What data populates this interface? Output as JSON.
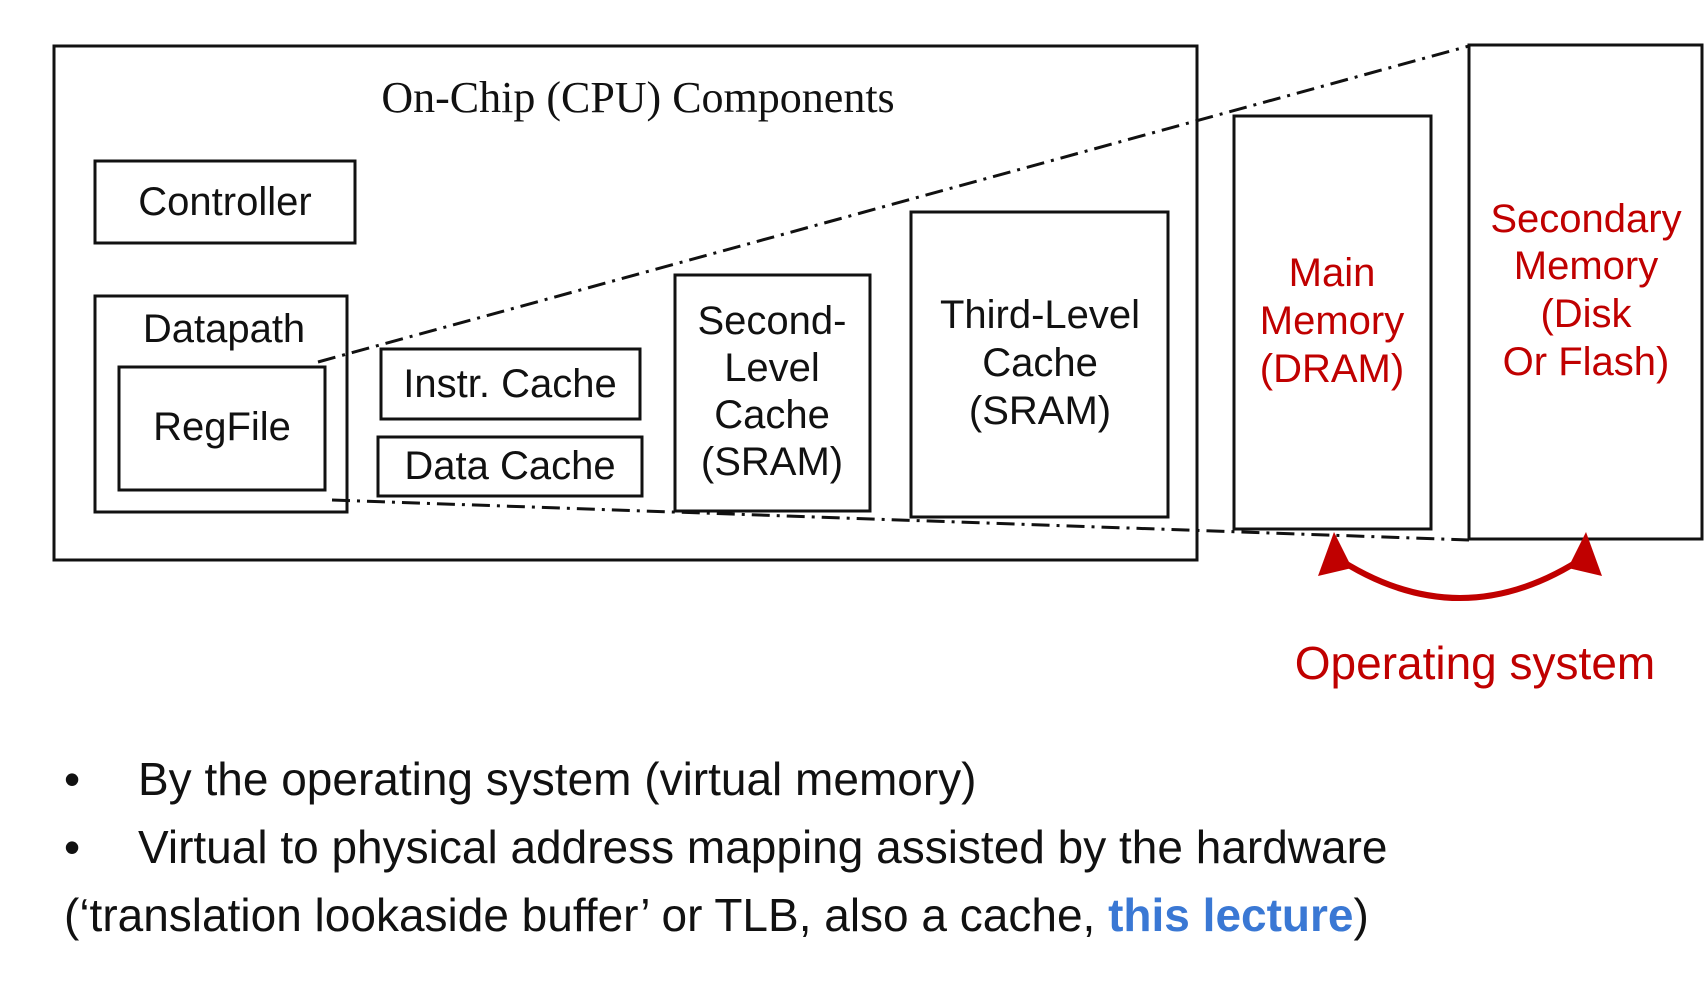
{
  "colors": {
    "ink": "#111111",
    "red": "#c00000",
    "blue": "#3a78d4"
  },
  "diagram": {
    "chip_title": "On-Chip (CPU) Components",
    "controller": "Controller",
    "datapath": "Datapath",
    "regfile": "RegFile",
    "instr_cache": "Instr. Cache",
    "data_cache": "Data Cache",
    "l2": [
      "Second-",
      "Level",
      "Cache",
      "(SRAM)"
    ],
    "l3": [
      "Third-Level",
      "Cache",
      "(SRAM)"
    ],
    "main_memory": [
      "Main",
      "Memory",
      "(DRAM)"
    ],
    "secondary": [
      "Secondary",
      "Memory",
      "(Disk",
      "Or Flash)"
    ],
    "os_label": "Operating system"
  },
  "bullets": {
    "mark": "•",
    "items": [
      "By the operating system (virtual memory)",
      "Virtual to physical address mapping assisted by the hardware"
    ],
    "continuation_prefix": "(‘translation lookaside buffer’ or TLB, also a cache, ",
    "continuation_highlight": "this lecture",
    "continuation_suffix": ")"
  }
}
